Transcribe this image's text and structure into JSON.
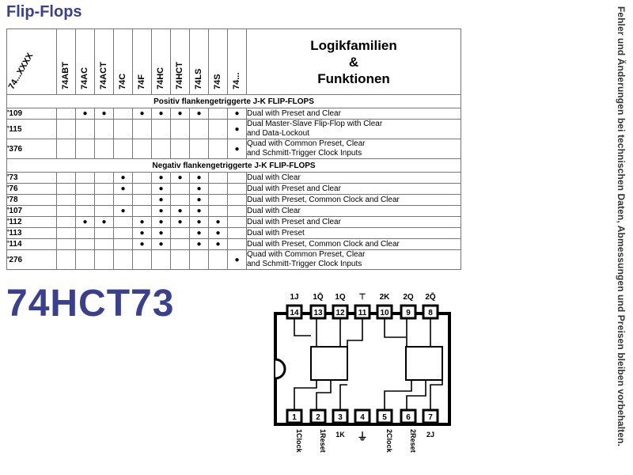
{
  "title": "Flip-Flops",
  "part_number": "74HCT73",
  "side_note": "Fehler und Änderungen bei technischen Daten, Abmessungen und Preisen bleiben vorbehalten.",
  "table": {
    "first_header": "74...XXXX",
    "families": [
      "74ABT",
      "74AC",
      "74ACT",
      "74C",
      "74F",
      "74HC",
      "74HCT",
      "74LS",
      "74S",
      "74..."
    ],
    "func_header": [
      "Logikfamilien",
      "&",
      "Funktionen"
    ],
    "sections": [
      {
        "title": "Positiv flankengetriggerte J-K FLIP-FLOPS",
        "rows": [
          {
            "part": "'109",
            "marks": [
              0,
              1,
              1,
              0,
              1,
              1,
              1,
              1,
              0,
              1
            ],
            "desc": [
              "Dual with Preset and Clear"
            ]
          },
          {
            "part": "'115",
            "marks": [
              0,
              0,
              0,
              0,
              0,
              0,
              0,
              0,
              0,
              1
            ],
            "desc": [
              "Dual Master-Slave Flip-Flop with Clear",
              "and Data-Lockout"
            ]
          },
          {
            "part": "'376",
            "marks": [
              0,
              0,
              0,
              0,
              0,
              0,
              0,
              0,
              0,
              1
            ],
            "desc": [
              "Quad with Common Preset, Clear",
              "and Schmitt-Trigger Clock Inputs"
            ]
          }
        ]
      },
      {
        "title": "Negativ flankengetriggerte J-K FLIP-FLOPS",
        "rows": [
          {
            "part": "'73",
            "marks": [
              0,
              0,
              0,
              1,
              0,
              1,
              1,
              1,
              0,
              0
            ],
            "desc": [
              "Dual with Clear"
            ]
          },
          {
            "part": "'76",
            "marks": [
              0,
              0,
              0,
              1,
              0,
              1,
              0,
              1,
              0,
              0
            ],
            "desc": [
              "Dual with Preset and Clear"
            ]
          },
          {
            "part": "'78",
            "marks": [
              0,
              0,
              0,
              0,
              0,
              1,
              0,
              1,
              0,
              0
            ],
            "desc": [
              "Dual with Preset, Common Clock and Clear"
            ]
          },
          {
            "part": "'107",
            "marks": [
              0,
              0,
              0,
              1,
              0,
              1,
              1,
              1,
              0,
              0
            ],
            "desc": [
              "Dual with Clear"
            ]
          },
          {
            "part": "'112",
            "marks": [
              0,
              1,
              1,
              0,
              1,
              1,
              1,
              1,
              1,
              0
            ],
            "desc": [
              "Dual with Preset and Clear"
            ]
          },
          {
            "part": "'113",
            "marks": [
              0,
              0,
              0,
              0,
              1,
              1,
              0,
              1,
              1,
              0
            ],
            "desc": [
              "Dual with Preset"
            ]
          },
          {
            "part": "'114",
            "marks": [
              0,
              0,
              0,
              0,
              1,
              1,
              0,
              1,
              1,
              0
            ],
            "desc": [
              "Dual with Preset, Common Clock and Clear"
            ]
          },
          {
            "part": "'276",
            "marks": [
              0,
              0,
              0,
              0,
              0,
              0,
              0,
              0,
              0,
              1
            ],
            "desc": [
              "Quad with Common Preset, Clear",
              "and Schmitt-Trigger Clock Inputs"
            ]
          }
        ]
      }
    ]
  },
  "pinout": {
    "top_pins": [
      "14",
      "13",
      "12",
      "11",
      "10",
      "9",
      "8"
    ],
    "top_labels": [
      "1J",
      "1Q̄",
      "1Q",
      "⊤",
      "2K",
      "2Q",
      "2Q̄"
    ],
    "bottom_pins": [
      "1",
      "2",
      "3",
      "4",
      "5",
      "6",
      "7"
    ],
    "bottom_labels": [
      "1Clock",
      "1Reset",
      "1K",
      "⏚",
      "2Clock",
      "2Reset",
      "2J"
    ]
  }
}
